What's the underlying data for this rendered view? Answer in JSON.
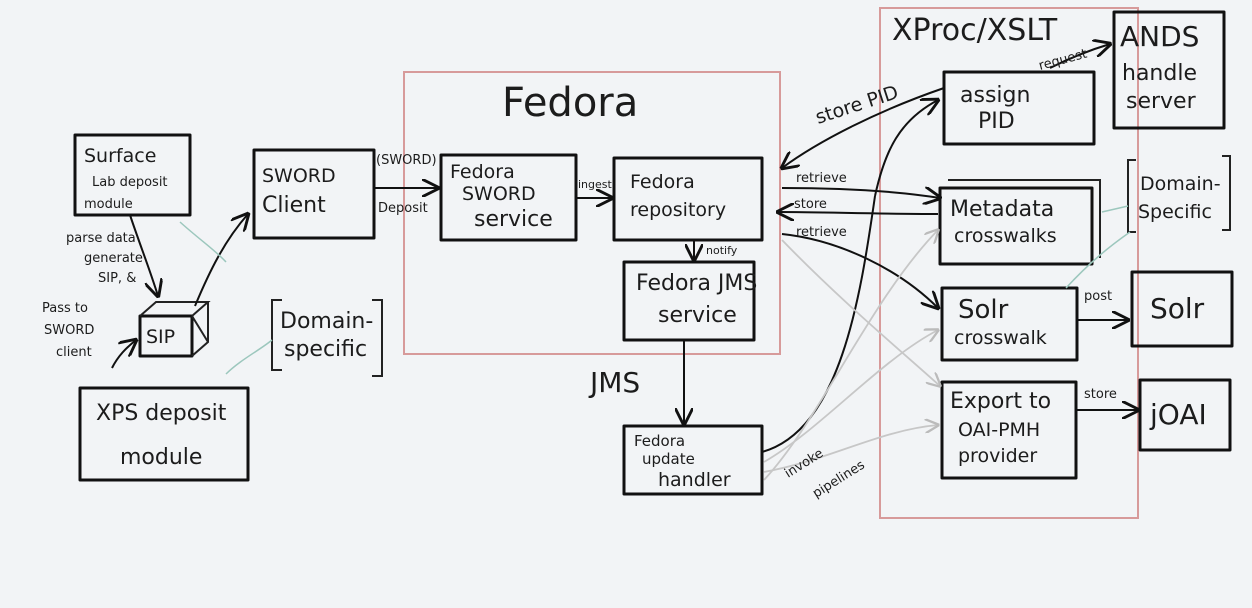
{
  "regions": {
    "fedora_title": "Fedora",
    "xproc_title": "XProc/XSLT"
  },
  "nodes": {
    "surface": [
      "Surface",
      "Lab deposit",
      "module"
    ],
    "sword_client": [
      "SWORD",
      "Client"
    ],
    "sip": "SIP",
    "xps": [
      "XPS deposit",
      "module"
    ],
    "domain_left": [
      "Domain-",
      "specific"
    ],
    "fedora_sword": [
      "Fedora",
      "SWORD",
      "service"
    ],
    "fedora_repo": [
      "Fedora",
      "repository"
    ],
    "fedora_jms": [
      "Fedora JMS",
      "service"
    ],
    "update_handler": [
      "Fedora",
      "update",
      "handler"
    ],
    "assign_pid": [
      "assign",
      "PID"
    ],
    "metadata": [
      "Metadata",
      "crosswalks"
    ],
    "solr_cw": [
      "Solr",
      "crosswalk"
    ],
    "export": [
      "Export to",
      "OAI-PMH",
      "provider"
    ],
    "ands": [
      "ANDS",
      "handle",
      "server"
    ],
    "domain_right": [
      "Domain-",
      "Specific"
    ],
    "solr": "Solr",
    "joai": "jOAI"
  },
  "edges": {
    "parse": [
      "parse data",
      "generate",
      "SIP, &"
    ],
    "pass": [
      "Pass to",
      "SWORD",
      "client"
    ],
    "sword_top": "(SWORD)",
    "deposit": "Deposit",
    "ingest": "ingest",
    "notify": "notify",
    "jms": "JMS",
    "store_pid": "store PID",
    "request": "request",
    "retrieve1": "retrieve",
    "store": "store",
    "retrieve2": "retrieve",
    "post": "post",
    "store_joai": "store",
    "invoke": [
      "invoke",
      "pipelines"
    ]
  },
  "colors": {
    "ink": "#111111",
    "region_border": "#d79a9a",
    "faint_ink": "#c7c7c7",
    "board": "#f2f4f6"
  }
}
